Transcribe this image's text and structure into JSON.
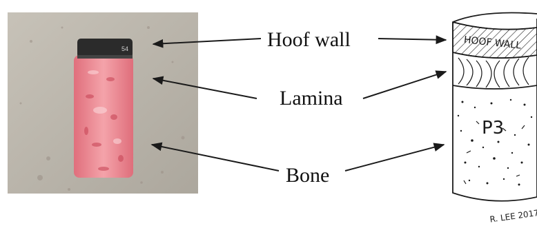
{
  "labels": {
    "hoof_wall": "Hoof wall",
    "lamina": "Lamina",
    "bone": "Bone"
  },
  "drawing": {
    "cap_text": "HOOF WALL",
    "bone_text": "P3",
    "signature": "R. LEE 2017"
  },
  "photo": {
    "lid_text": "54"
  },
  "colors": {
    "photo_background": "#bdb8ad",
    "sample_pink": "#ee8a93",
    "lid": "#2b2b2b",
    "ink": "#1a1a1a"
  }
}
